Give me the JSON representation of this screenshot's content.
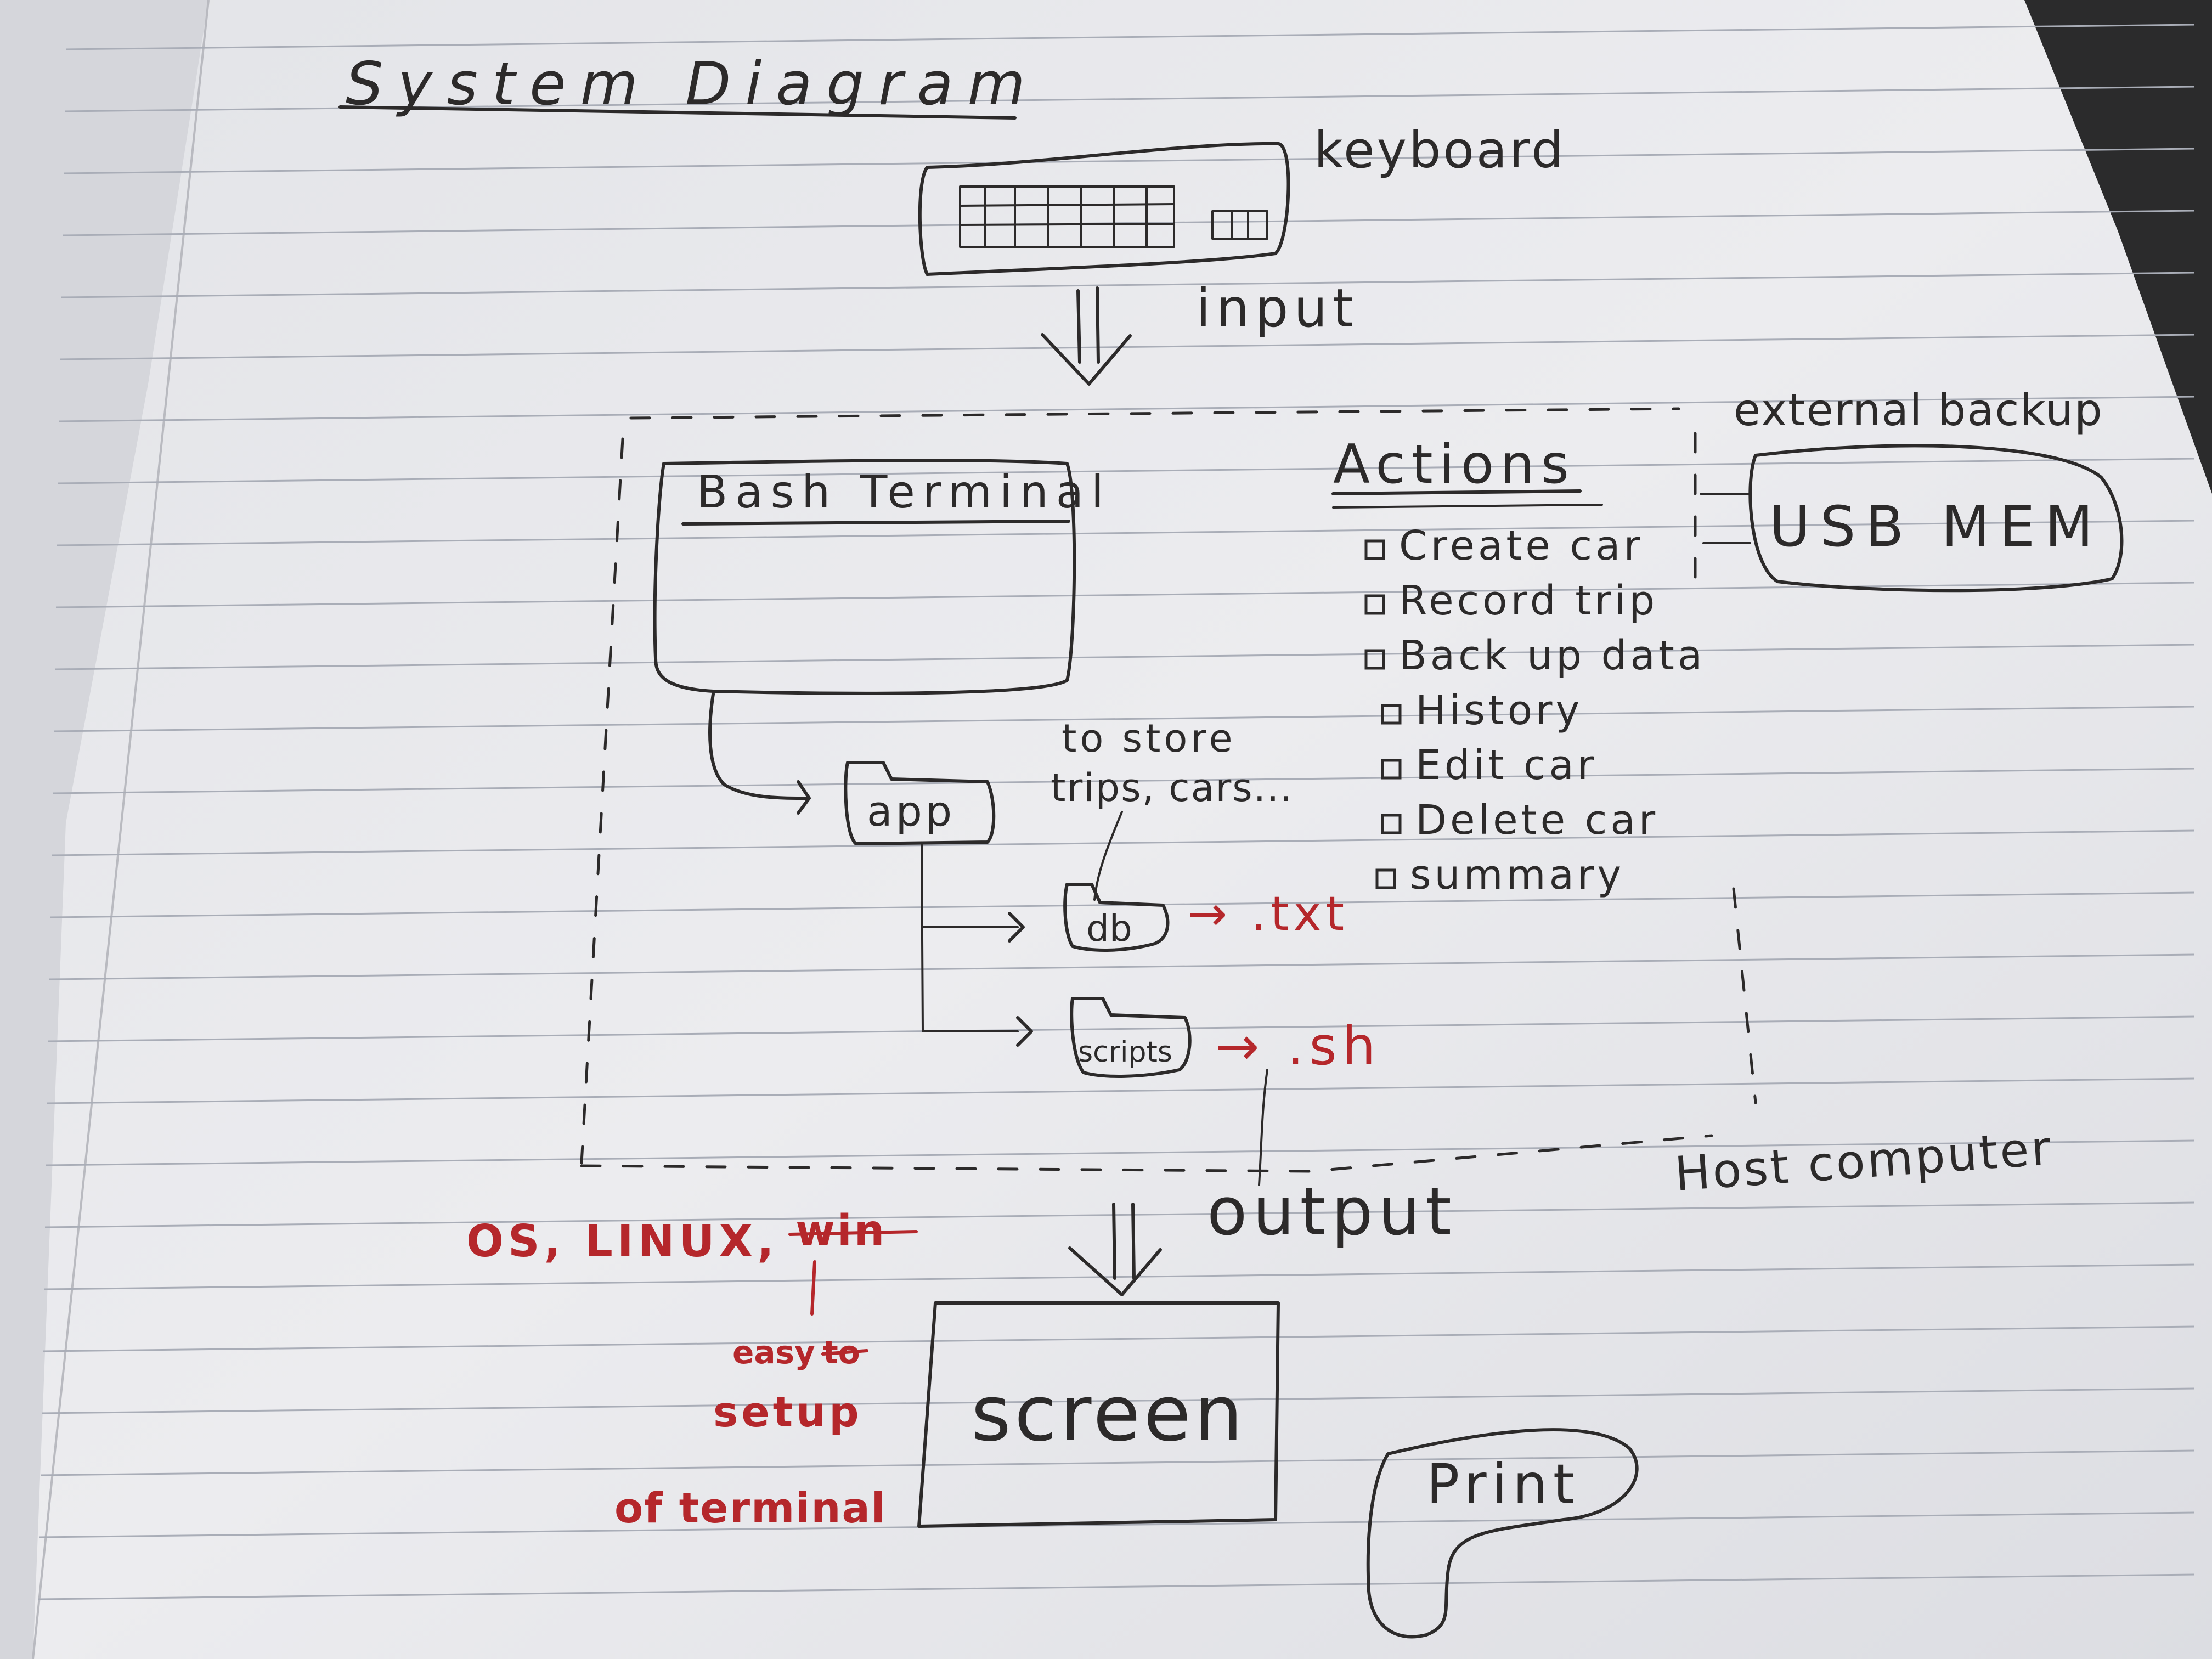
{
  "title": "System Diagram",
  "input": {
    "device": "keyboard",
    "label": "input"
  },
  "host": {
    "label": "Host computer",
    "terminal": "Bash Terminal",
    "folders": {
      "root": "app",
      "db": "db",
      "scripts": "scripts"
    },
    "db_note": [
      "to store",
      "trips, cars..."
    ],
    "db_ext": "→ .txt",
    "scripts_ext": "→ .sh"
  },
  "actions": {
    "heading": "Actions",
    "items": [
      "Create car",
      "Record trip",
      "Back up data",
      "History",
      "Edit car",
      "Delete car",
      "summary"
    ]
  },
  "backup": {
    "label": "external backup",
    "device": "USB MEM"
  },
  "output": {
    "label": "output",
    "device": "screen",
    "print": "Print"
  },
  "os_note": {
    "line1": "OS, LINUX,",
    "struck": "win",
    "lines": [
      "easy",
      "setup",
      "of terminal"
    ],
    "struck_small": "to"
  },
  "colors": {
    "ink": "#2c2a2a",
    "red_ink": "#b5272b",
    "paper": "#e7e8ec",
    "rule": "#a9adb7"
  }
}
